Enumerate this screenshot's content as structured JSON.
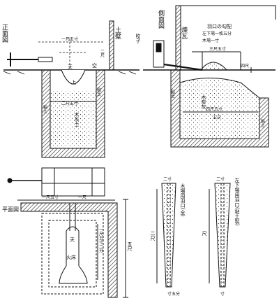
{
  "front_view": {
    "title": "正面図",
    "wall_label": "土壁",
    "dim_top": "一尺五寸",
    "dim_right": "二尺",
    "inner_label": "天",
    "cavity_label": "空",
    "hearth_label": "上",
    "side_label": "粘土",
    "width_label": "二尺五寸",
    "fill_label": "木灰土",
    "bottom_label": "粘土"
  },
  "side_view": {
    "title": "側面図",
    "wall_label": "煉瓦",
    "note_title": "羽口の勾配",
    "note_line1": "左下場一枚五分",
    "note_line2": "木場一寸",
    "bellows_label": "吹子",
    "dim_slope": "三尺五寸",
    "dim_small": "四尺",
    "fill_label": "木炭灰",
    "width_label": "四尺五寸",
    "width_sub": "五尺",
    "side_label": "粘土",
    "right_side": "粘土"
  },
  "plan_view": {
    "title": "平面図",
    "dim_top": "一尺五寸",
    "dim_top2": "一尺",
    "dim_right": "五尺",
    "inner_label": "天",
    "hearth_label": "火床",
    "dim_inner": "一尺五寸二分"
  },
  "tuyere_left": {
    "title": "木場用羽口(全)",
    "dim_top": "二寸",
    "dim_side": "二尺",
    "dim_bottom": "寸五分"
  },
  "tuyere_right": {
    "title": "左下場用羽口(粘土製)",
    "dim_top": "二寸",
    "dim_side": "尺",
    "dim_bottom": "寸"
  }
}
